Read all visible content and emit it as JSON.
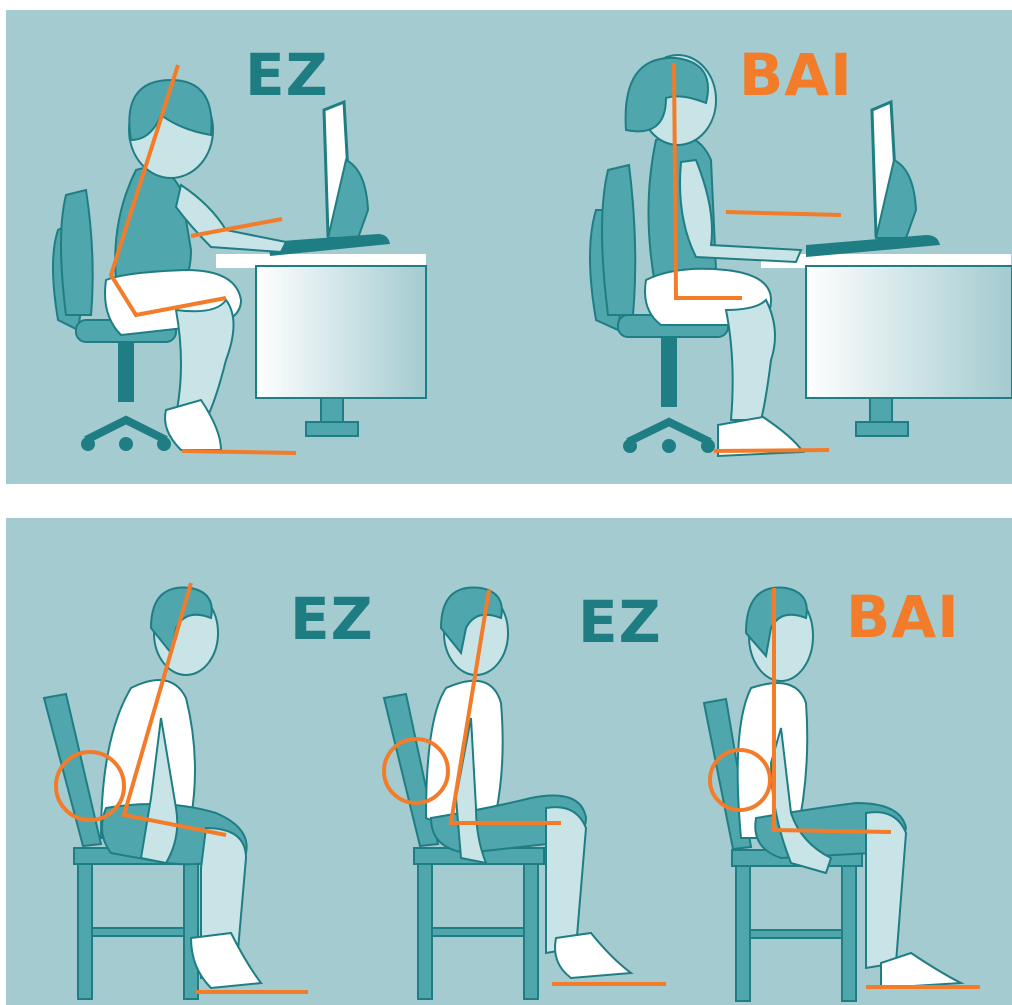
{
  "colors": {
    "background": "#a3cbd0",
    "figure_fill": "#4fa6ac",
    "figure_dark": "#1f7e84",
    "figure_light": "#c9e4e6",
    "shoes": "#ffffff",
    "guide_lines": "#f27c2a",
    "label_bad": "#1e7d82",
    "label_good": "#f27c2a"
  },
  "icons": [
    "office-chair-icon",
    "desk-icon",
    "monitor-icon",
    "wooden-chair-icon",
    "posture-guide-icon"
  ],
  "top_panel": {
    "bad_label": "EZ",
    "good_label": "BAI"
  },
  "bottom_panel": {
    "bad_label_1": "EZ",
    "bad_label_2": "EZ",
    "good_label": "BAI"
  }
}
